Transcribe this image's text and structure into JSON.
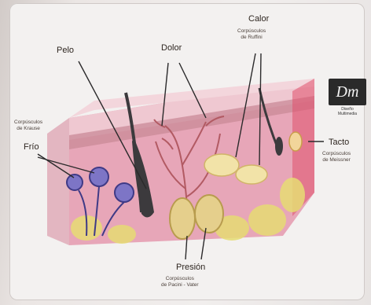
{
  "labels": {
    "pelo": "Pelo",
    "dolor": "Dolor",
    "calor": "Calor",
    "calor_sub": "Corpúsculos\nde Ruffini",
    "frio_sub": "Corpúsculos\nde Krause",
    "frio": "Frío",
    "tacto": "Tacto",
    "tacto_sub": "Corpúsculos\nde Meissner",
    "presion": "Presión",
    "presion_sub": "Corpúsculos\nde Pacini - Vater"
  },
  "logo": {
    "mark": "Dm",
    "caption": "Diseño\nMultimedia"
  },
  "colors": {
    "epidermis": "#e9b9c4",
    "dermis": "#e3a4b3",
    "hypodermis": "#f0d9a8",
    "nerve": "#b25a63",
    "hair": "#3c3a3d",
    "krause": "#5e58a6",
    "fat": "#e6dc73"
  }
}
